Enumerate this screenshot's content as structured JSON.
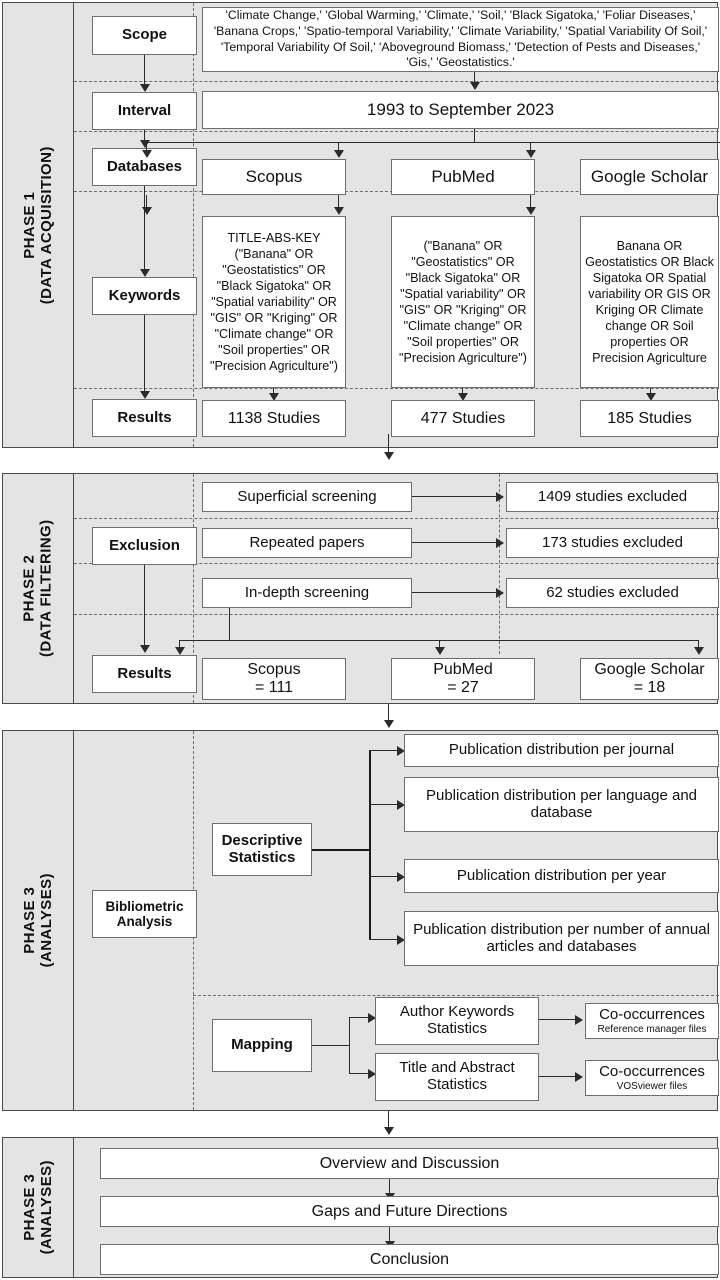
{
  "phases": [
    {
      "id": "phase1",
      "line1": "PHASE 1",
      "line2": "(DATA ACQUISITION)"
    },
    {
      "id": "phase2",
      "line1": "PHASE 2",
      "line2": "(DATA FILTERING)"
    },
    {
      "id": "phase3a",
      "line1": "PHASE 3",
      "line2": "(ANALYSES)"
    },
    {
      "id": "phase3b",
      "line1": "PHASE 3",
      "line2": "(ANALYSES)"
    }
  ],
  "phase1": {
    "stage_labels": {
      "scope": "Scope",
      "interval": "Interval",
      "databases": "Databases",
      "keywords": "Keywords",
      "results": "Results"
    },
    "scope_terms": "'Climate Change,' 'Global Warming,' 'Climate,' 'Soil,' 'Black Sigatoka,' 'Foliar Diseases,' 'Banana Crops,' 'Spatio-temporal Variability,' 'Climate Variability,' 'Spatial Variability Of Soil,' 'Temporal Variability Of Soil,' 'Aboveground Biomass,' 'Detection of Pests and Diseases,' 'Gis,' 'Geostatistics.'",
    "interval": "1993 to September 2023",
    "databases": [
      "Scopus",
      "PubMed",
      "Google Scholar"
    ],
    "keywords": [
      "TITLE-ABS-KEY (\"Banana\" OR \"Geostatistics\" OR \"Black Sigatoka\" OR \"Spatial variability\" OR \"GIS\" OR \"Kriging\" OR \"Climate change\" OR \"Soil properties\" OR \"Precision Agriculture\")",
      "(\"Banana\" OR \"Geostatistics\" OR \"Black Sigatoka\" OR \"Spatial variability\" OR \"GIS\" OR \"Kriging\" OR \"Climate change\" OR \"Soil properties\" OR \"Precision Agriculture\")",
      "Banana OR Geostatistics OR Black Sigatoka OR Spatial variability OR GIS OR Kriging OR Climate change OR Soil properties OR Precision Agriculture"
    ],
    "results": [
      "1138 Studies",
      "477 Studies",
      "185 Studies"
    ]
  },
  "phase2": {
    "stage_labels": {
      "exclusion": "Exclusion",
      "results": "Results"
    },
    "steps": [
      "Superficial screening",
      "Repeated papers",
      "In-depth screening"
    ],
    "excluded": [
      "1409 studies excluded",
      "173 studies excluded",
      "62 studies excluded"
    ],
    "results": [
      {
        "db": "Scopus",
        "count": "= 111"
      },
      {
        "db": "PubMed",
        "count": "= 27"
      },
      {
        "db": "Google Scholar",
        "count": "= 18"
      }
    ]
  },
  "phase3a": {
    "bibliometric": "Bibliometric Analysis",
    "descriptive": "Descriptive Statistics",
    "descriptive_outputs": [
      "Publication distribution per journal",
      "Publication distribution per language and database",
      "Publication distribution per year",
      "Publication distribution per number of annual articles and databases"
    ],
    "mapping": "Mapping",
    "mapping_stats": [
      "Author Keywords Statistics",
      "Title and Abstract Statistics"
    ],
    "mapping_outputs": [
      {
        "title": "Co-occurrences",
        "sub": "Reference manager files"
      },
      {
        "title": "Co-occurrences",
        "sub": "VOSviewer files"
      }
    ]
  },
  "phase3b": {
    "steps": [
      "Overview and Discussion",
      "Gaps and Future Directions",
      "Conclusion"
    ]
  },
  "colors": {
    "panel_bg": "#e4e4e4",
    "box_bg": "#ffffff",
    "border": "#6e6e6e",
    "connector": "#2b2b2b"
  }
}
